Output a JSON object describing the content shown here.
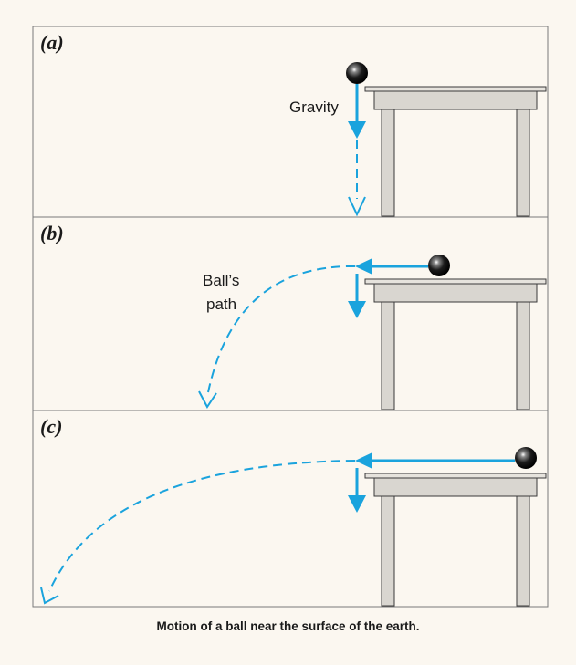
{
  "panels": [
    {
      "label": "(a)",
      "annotation": "Gravity"
    },
    {
      "label": "(b)",
      "annotation_line1": "Ball’s",
      "annotation_line2": "path"
    },
    {
      "label": "(c)"
    }
  ],
  "caption": "Motion of a ball near the surface of the earth.",
  "colors": {
    "arrow": "#1aa3dd",
    "panel_background": "#fbf7f0",
    "table": "#d9d6d0",
    "table_edge": "#3a3a3a",
    "ball": "#111111"
  }
}
